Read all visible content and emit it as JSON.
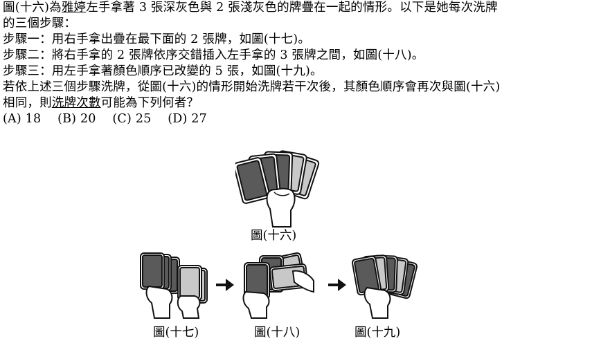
{
  "question": {
    "line1_pre": "圖(十六)為",
    "line1_name": "雅婷",
    "line1_post": "左手拿著 3 張深灰色與 2 張淺灰色的牌疊在一起的情形。以下是她每次洗牌",
    "line2": "的三個步驟：",
    "step1": "步驟一：用右手拿出疊在最下面的 2 張牌，如圖(十七)。",
    "step2": "步驟二：將右手拿的 2 張牌依序交錯插入左手拿的 3 張牌之間，如圖(十八)。",
    "step3": "步驟三：用左手拿著顏色順序已改變的 5 張，如圖(十九)。",
    "line6": "若依上述三個步驟洗牌，從圖(十六)的情形開始洗牌若干次後，其顏色順序會再次與圖(十六)",
    "line7_pre": "相同，則",
    "line7_u": "洗牌次數",
    "line7_post": "可能為下列何者？"
  },
  "options": [
    {
      "label": "(A) 18"
    },
    {
      "label": "(B) 20"
    },
    {
      "label": "(C) 25"
    },
    {
      "label": "(D) 27"
    }
  ],
  "figures": {
    "fig16_caption": "圖(十六)",
    "fig17_caption": "圖(十七)",
    "fig18_caption": "圖(十八)",
    "fig19_caption": "圖(十九)"
  },
  "colors": {
    "dark_card": "#5a5a5a",
    "light_card": "#c8c8c8",
    "outline": "#111111"
  }
}
